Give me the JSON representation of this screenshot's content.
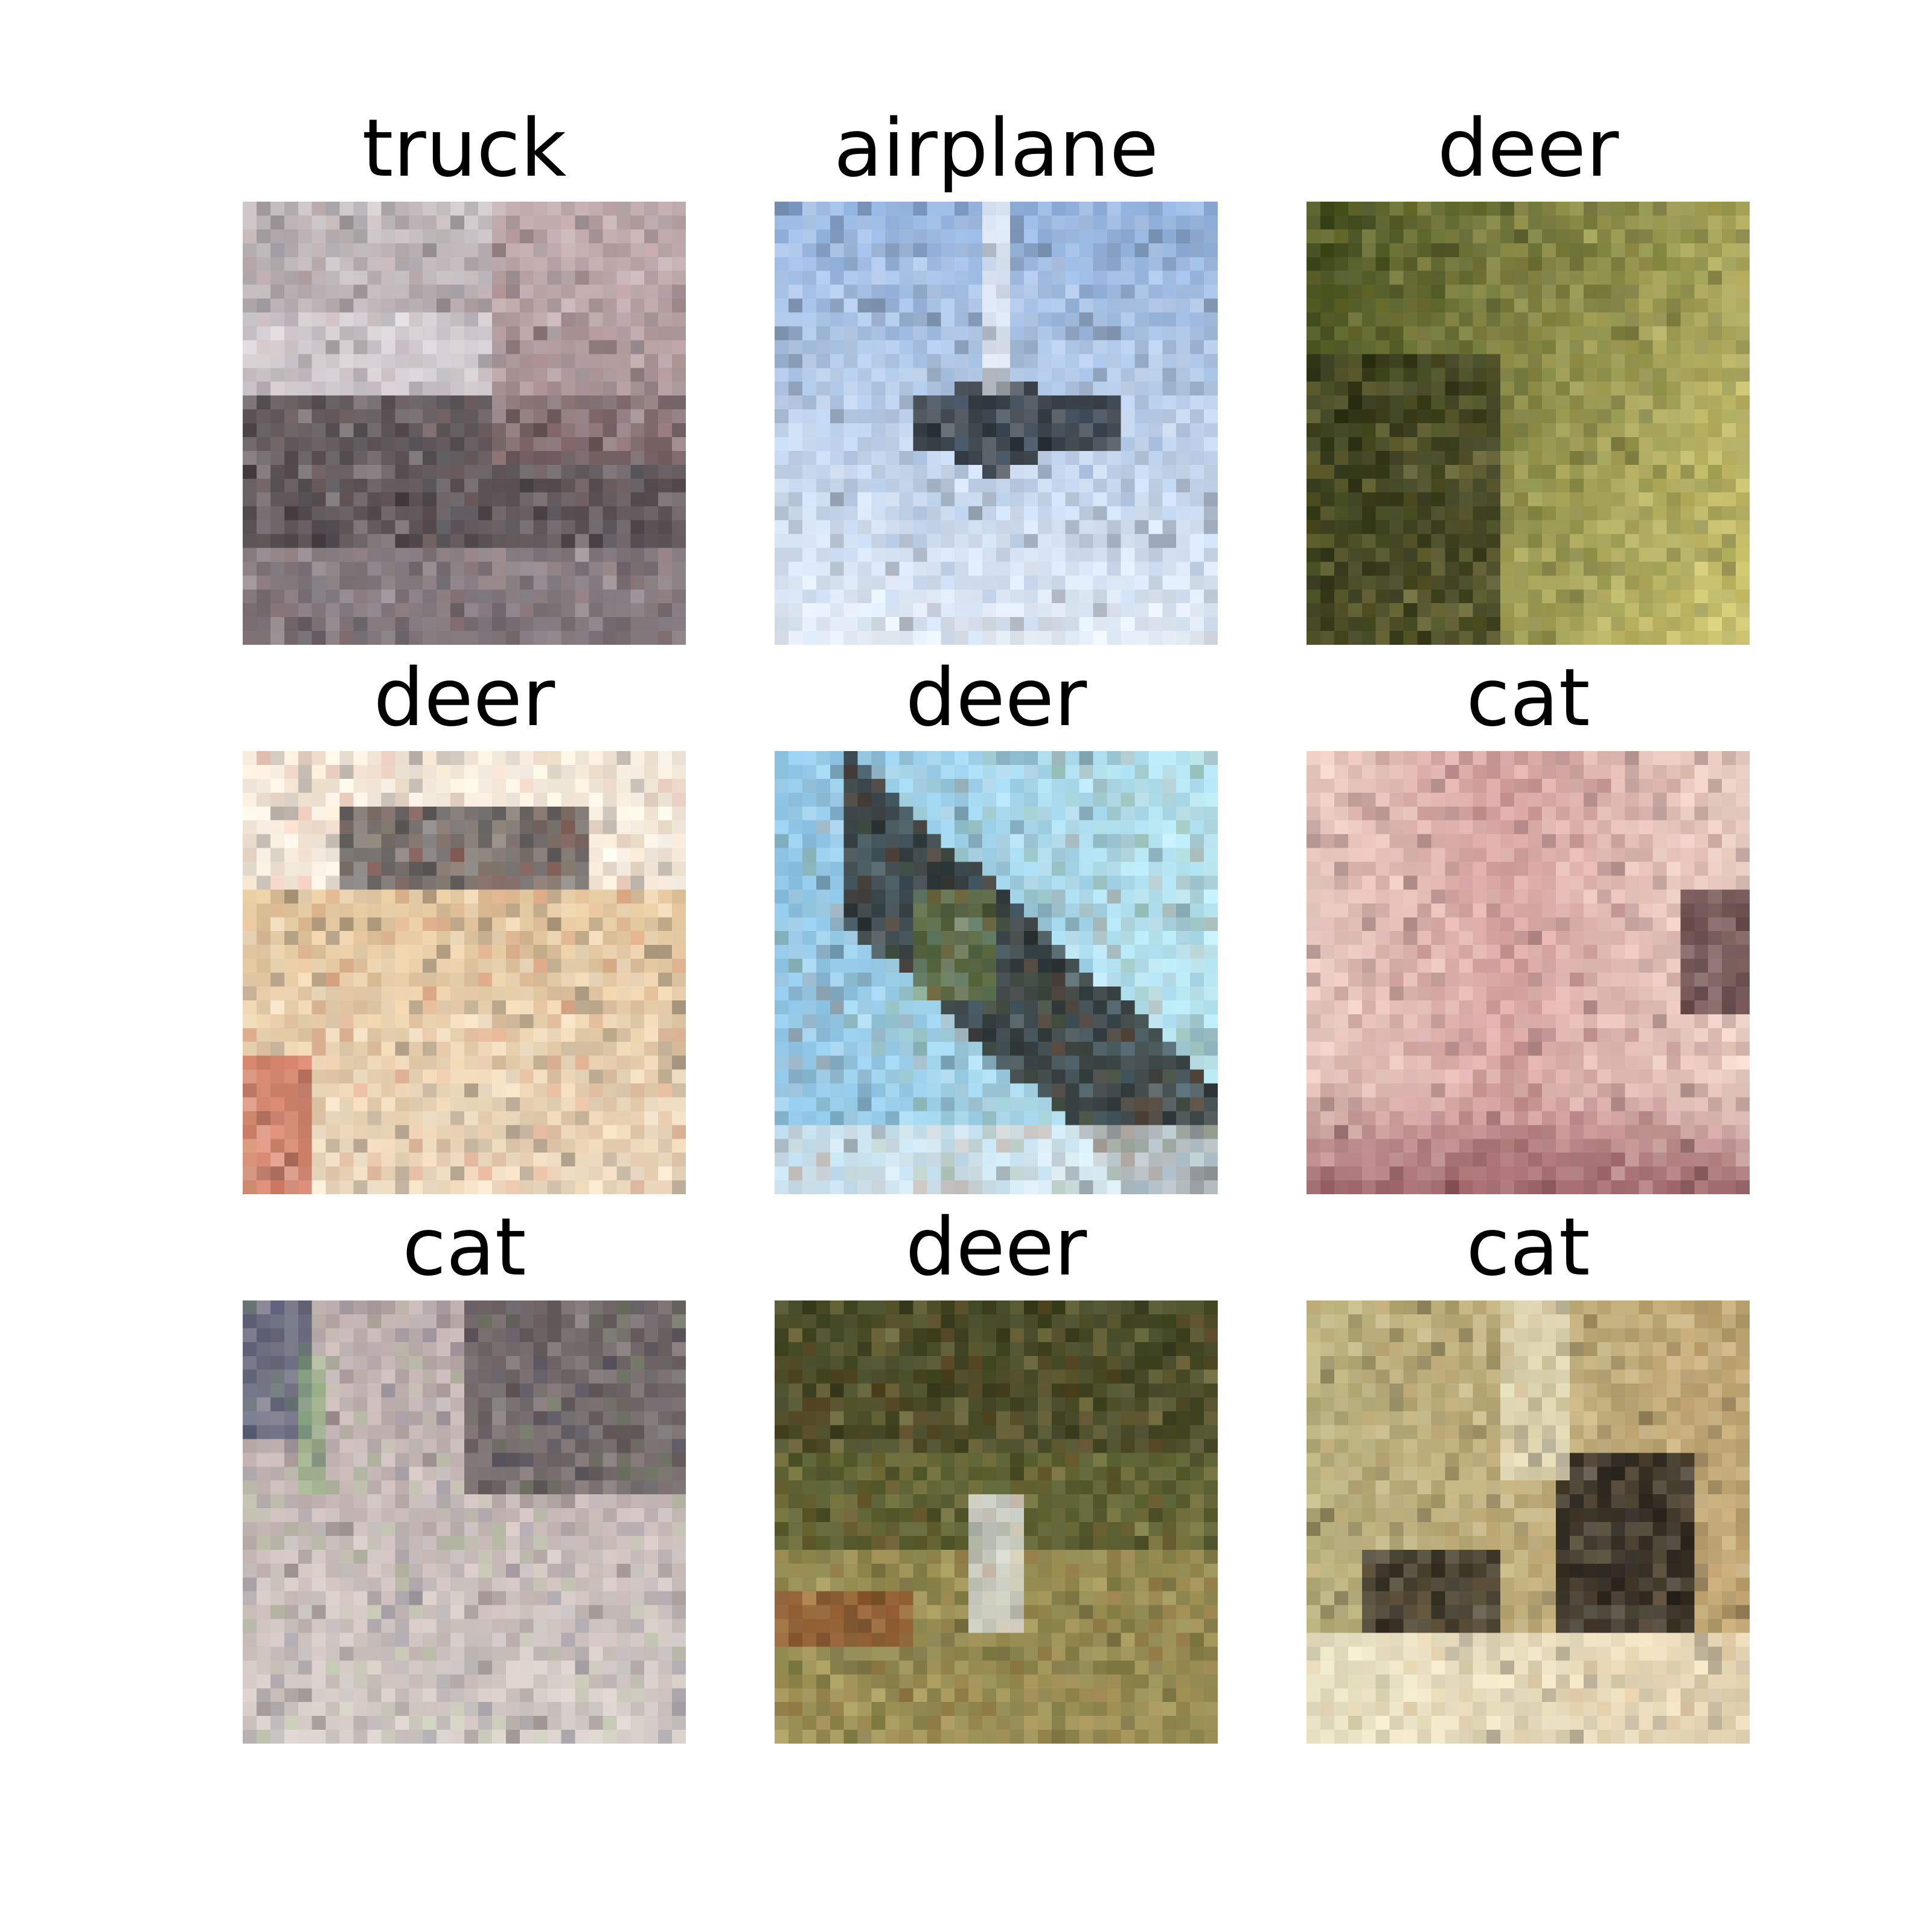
{
  "grid": {
    "rows": 3,
    "cols": 3,
    "panels": [
      {
        "label": "truck",
        "scene": "vehicle-street",
        "palette": [
          "#c9c2c4",
          "#efeaee",
          "#2a2426",
          "#7b6f74",
          "#b88c8c",
          "#5d6a70"
        ]
      },
      {
        "label": "airplane",
        "scene": "sky-object",
        "palette": [
          "#8fb0dd",
          "#c9dbf0",
          "#e6eef8",
          "#1e2428",
          "#a8b3c0",
          "#f2f4f8"
        ]
      },
      {
        "label": "deer",
        "scene": "foliage",
        "palette": [
          "#3f4b1d",
          "#b5a748",
          "#d8cf79",
          "#272a15",
          "#6b7f2e",
          "#9a8a45"
        ]
      },
      {
        "label": "deer",
        "scene": "animal-dirt",
        "palette": [
          "#e3c79c",
          "#f4e6d2",
          "#1f1d22",
          "#ffffff",
          "#b68c73",
          "#c54e3b"
        ]
      },
      {
        "label": "deer",
        "scene": "bird-sky",
        "palette": [
          "#8fc6e8",
          "#b8e6f0",
          "#1d1e1c",
          "#6a7b3a",
          "#a0562c",
          "#e8eef2"
        ]
      },
      {
        "label": "cat",
        "scene": "pink-blur",
        "palette": [
          "#d9a6a4",
          "#f1dccf",
          "#3b2124",
          "#b78a7e",
          "#e7c0c0",
          "#8a4c55"
        ]
      },
      {
        "label": "cat",
        "scene": "dusty-room",
        "palette": [
          "#bfaeae",
          "#d9cfca",
          "#3a3336",
          "#2f3b5d",
          "#9aa7ad",
          "#7fb06a"
        ]
      },
      {
        "label": "deer",
        "scene": "forest-path",
        "palette": [
          "#6c6b3c",
          "#4f5a2b",
          "#2e2a1d",
          "#c1985a",
          "#d9c27a",
          "#8d4a26"
        ]
      },
      {
        "label": "cat",
        "scene": "cat-on-sill",
        "palette": [
          "#b8b07c",
          "#ece6c9",
          "#1b1816",
          "#c9a06e",
          "#8f8a62",
          "#e9d9b8"
        ]
      }
    ]
  }
}
